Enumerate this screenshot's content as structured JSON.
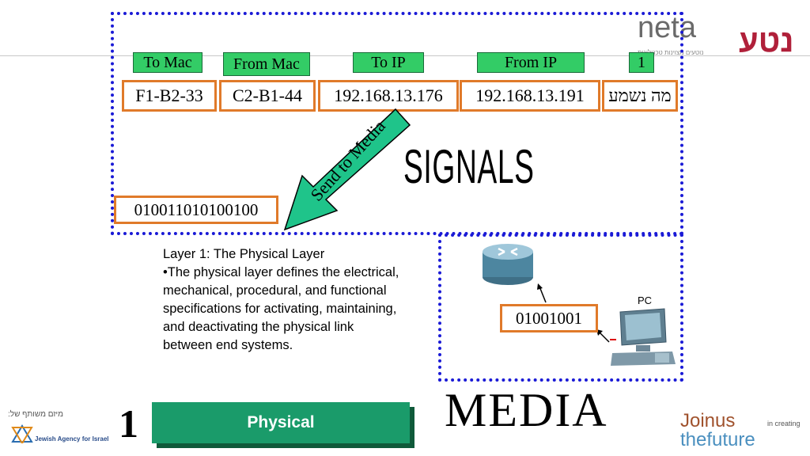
{
  "headers": {
    "to_mac": "To Mac",
    "from_mac": "From Mac",
    "to_ip": "To IP",
    "from_ip": "From IP",
    "data": "1"
  },
  "values": {
    "to_mac": "F1-B2-33",
    "from_mac": "C2-B1-44",
    "to_ip": "192.168.13.176",
    "from_ip": "192.168.13.191",
    "data": "מה נשמע"
  },
  "arrow_label": "Send to Media",
  "signals_label": "SIGNALS",
  "bits_long": "010011010100100",
  "bits_short": "01001001",
  "pc_label": "PC",
  "media_label": "MEDIA",
  "layer_number": "1",
  "layer_name": "Physical",
  "description": {
    "title": "Layer 1: The Physical Layer",
    "body": "•The physical layer defines the electrical, mechanical, procedural, and functional specifications for activating, maintaining, and deactivating the physical link between end systems."
  },
  "logos": {
    "neta_en": "neta",
    "neta_he": "נטע",
    "neta_tagline": "נוטעים מצוינות טכנולוגית",
    "join_us": "Joinus",
    "in_creating": "in creating",
    "the_future": "thefuture",
    "partners_label": "מיזם משותף של:",
    "jewish_agency": "Jewish Agency for Israel"
  },
  "colors": {
    "dotted_border": "#1a1ad6",
    "header_fill": "#33cc66",
    "cell_border": "#e07a2a",
    "arrow_fill": "#1fc48a",
    "physical_fill": "#1a9b6a",
    "neta_accent": "#b0203a"
  }
}
